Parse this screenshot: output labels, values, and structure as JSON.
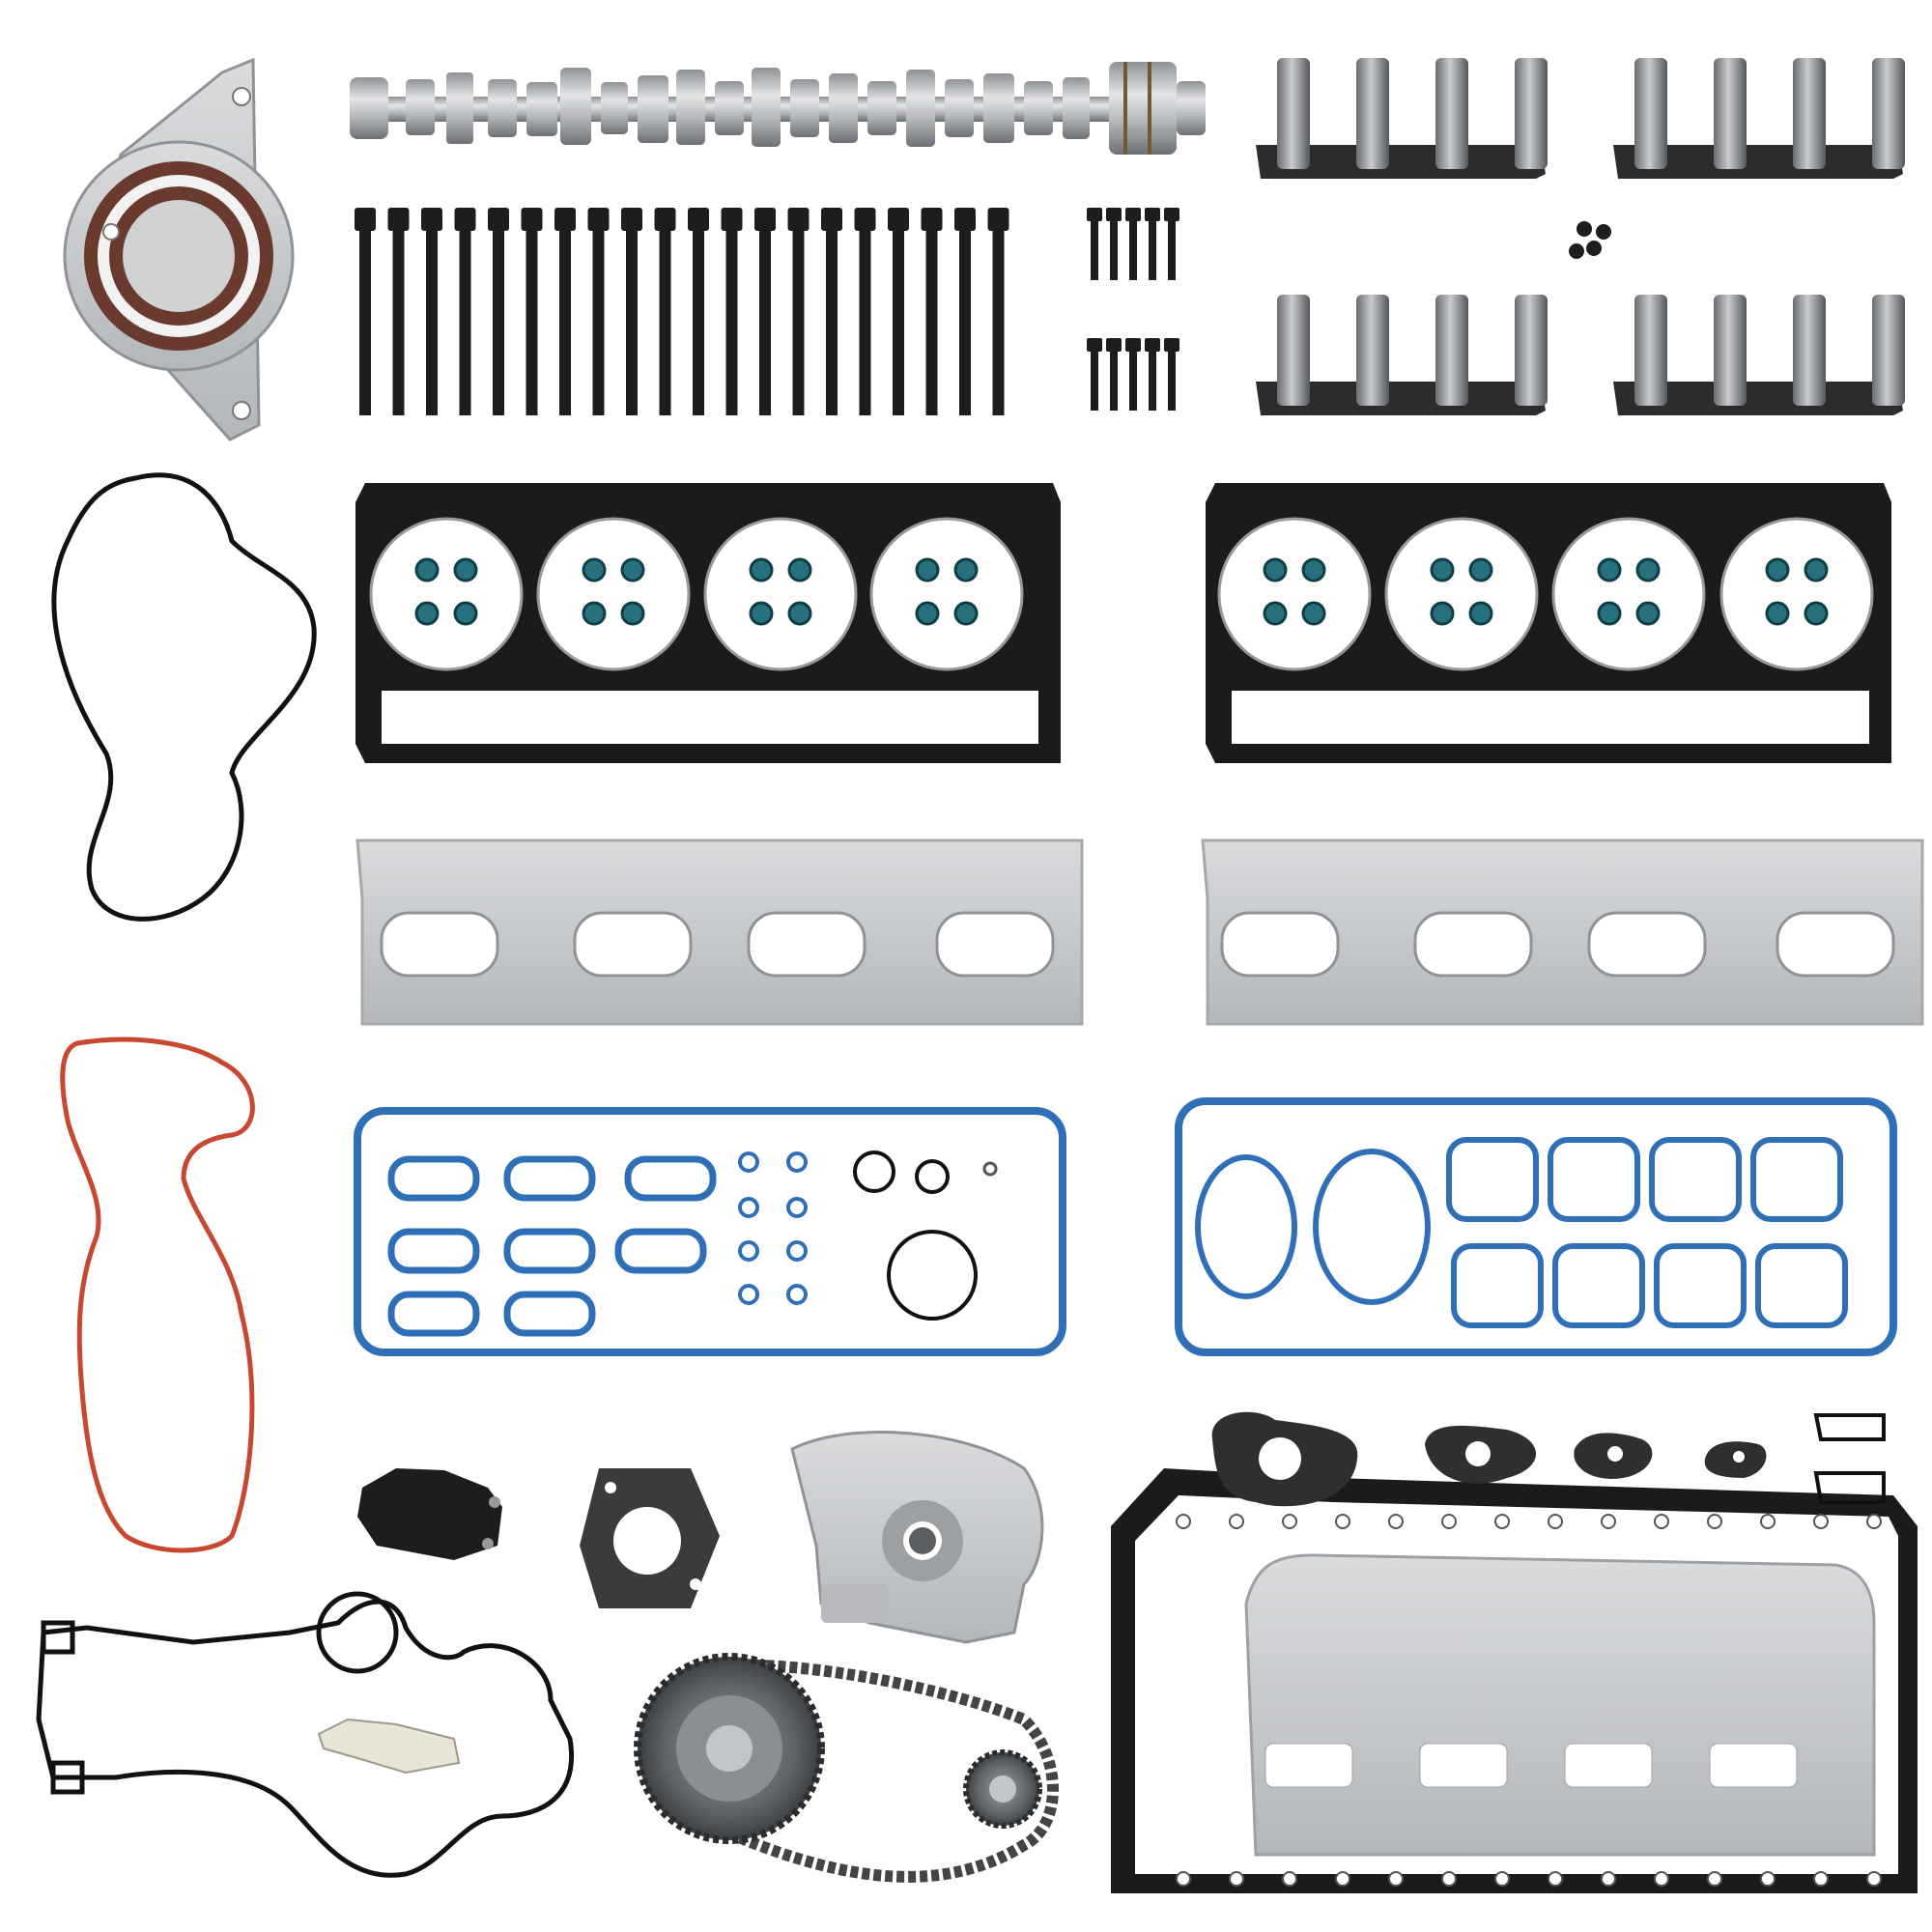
{
  "scene": {
    "background": "#ffffff",
    "colors": {
      "steel": "#b9bcbf",
      "steel_dark": "#7d8185",
      "black_part": "#1c1d1f",
      "gasket_black": "#161616",
      "seal_blue": "#2f6fb8",
      "seal_red": "#c8472f",
      "valve_seal_teal": "#27707d",
      "aluminum": "#c9cbcd",
      "copper_seal": "#6b3a2e",
      "guide_white": "#e8e4d6"
    },
    "parts": [
      "camshaft",
      "rear-main-seal",
      "head-bolts",
      "short-bolts",
      "lifter-trays",
      "small-screws",
      "head-gaskets",
      "exhaust-manifold-gaskets",
      "intake-valve-cover-gaskets",
      "timing-cover-gaskets",
      "timing-chain-set",
      "chain-tensioner",
      "oil-pump",
      "oil-pan-gasket",
      "small-flange-gaskets"
    ]
  }
}
